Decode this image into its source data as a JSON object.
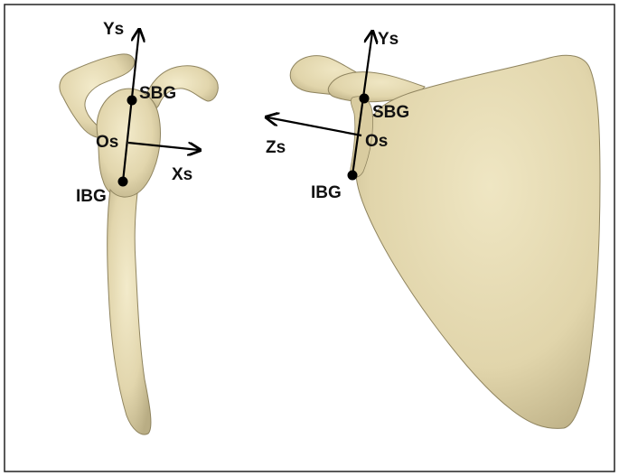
{
  "colors": {
    "bone": "#e7dcb6",
    "bone_shadow": "#a59a73",
    "bone_highlight": "#f5eed2",
    "frame": "#222222",
    "axes": "#000000"
  },
  "left_view": {
    "labels": {
      "y_axis": "Ys",
      "x_axis": "Xs",
      "origin": "Os",
      "superior_point": "SBG",
      "inferior_point": "IBG"
    }
  },
  "right_view": {
    "labels": {
      "y_axis": "Ys",
      "z_axis": "Zs",
      "origin": "Os",
      "superior_point": "SBG",
      "inferior_point": "IBG"
    }
  }
}
